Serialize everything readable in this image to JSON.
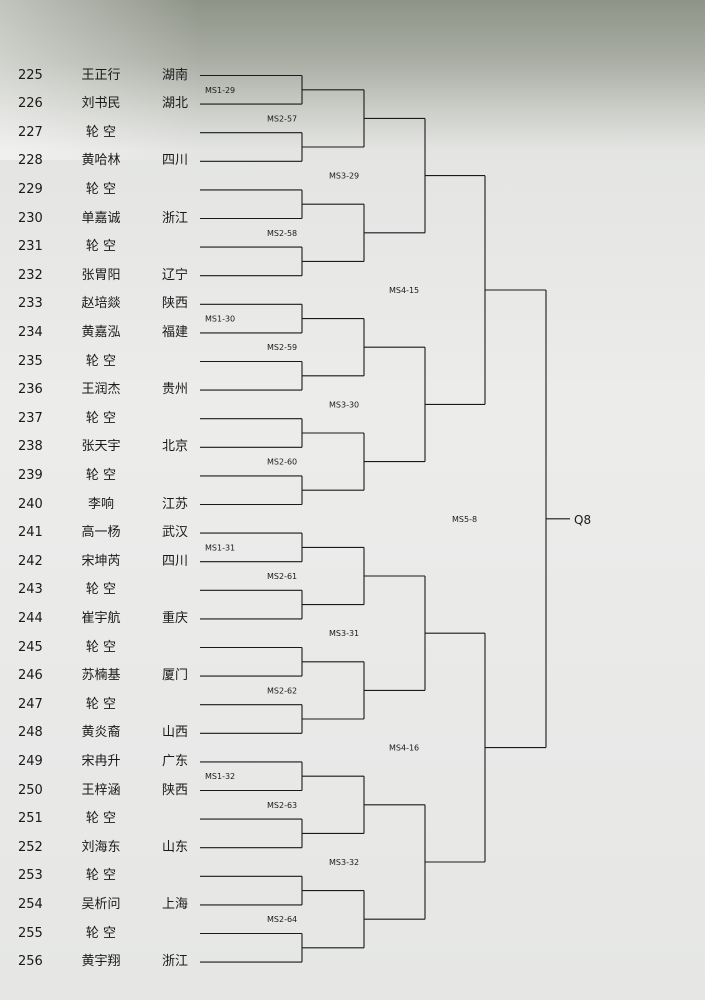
{
  "players": [
    {
      "num": "225",
      "name": "王正行",
      "prov": "湖南"
    },
    {
      "num": "226",
      "name": "刘书民",
      "prov": "湖北"
    },
    {
      "num": "227",
      "name": "轮 空",
      "prov": ""
    },
    {
      "num": "228",
      "name": "黄哈林",
      "prov": "四川"
    },
    {
      "num": "229",
      "name": "轮 空",
      "prov": ""
    },
    {
      "num": "230",
      "name": "单嘉诚",
      "prov": "浙江"
    },
    {
      "num": "231",
      "name": "轮 空",
      "prov": ""
    },
    {
      "num": "232",
      "name": "张胃阳",
      "prov": "辽宁"
    },
    {
      "num": "233",
      "name": "赵培燚",
      "prov": "陕西"
    },
    {
      "num": "234",
      "name": "黄嘉泓",
      "prov": "福建"
    },
    {
      "num": "235",
      "name": "轮 空",
      "prov": ""
    },
    {
      "num": "236",
      "name": "王润杰",
      "prov": "贵州"
    },
    {
      "num": "237",
      "name": "轮 空",
      "prov": ""
    },
    {
      "num": "238",
      "name": "张天宇",
      "prov": "北京"
    },
    {
      "num": "239",
      "name": "轮 空",
      "prov": ""
    },
    {
      "num": "240",
      "name": "李响",
      "prov": "江苏"
    },
    {
      "num": "241",
      "name": "高一杨",
      "prov": "武汉"
    },
    {
      "num": "242",
      "name": "宋坤芮",
      "prov": "四川"
    },
    {
      "num": "243",
      "name": "轮 空",
      "prov": ""
    },
    {
      "num": "244",
      "name": "崔宇航",
      "prov": "重庆"
    },
    {
      "num": "245",
      "name": "轮 空",
      "prov": ""
    },
    {
      "num": "246",
      "name": "苏楠基",
      "prov": "厦门"
    },
    {
      "num": "247",
      "name": "轮 空",
      "prov": ""
    },
    {
      "num": "248",
      "name": "黄炎裔",
      "prov": "山西"
    },
    {
      "num": "249",
      "name": "宋冉升",
      "prov": "广东"
    },
    {
      "num": "250",
      "name": "王梓涵",
      "prov": "陕西"
    },
    {
      "num": "251",
      "name": "轮 空",
      "prov": ""
    },
    {
      "num": "252",
      "name": "刘海东",
      "prov": "山东"
    },
    {
      "num": "253",
      "name": "轮 空",
      "prov": ""
    },
    {
      "num": "254",
      "name": "吴析问",
      "prov": "上海"
    },
    {
      "num": "255",
      "name": "轮 空",
      "prov": ""
    },
    {
      "num": "256",
      "name": "黄宇翔",
      "prov": "浙江"
    }
  ],
  "rounds": {
    "r1": [
      "MS1-29",
      "",
      "",
      "",
      "MS1-30",
      "",
      "",
      "",
      "MS1-31",
      "",
      "",
      "",
      "MS1-32",
      "",
      "",
      ""
    ],
    "r2": [
      "MS2-57",
      "MS2-58",
      "MS2-59",
      "MS2-60",
      "MS2-61",
      "MS2-62",
      "MS2-63",
      "MS2-64"
    ],
    "r3": [
      "MS3-29",
      "MS3-30",
      "MS3-31",
      "MS3-32"
    ],
    "r4": [
      "MS4-15",
      "MS4-16"
    ],
    "r5": [
      "MS5-8"
    ]
  },
  "final_label": "Q8"
}
